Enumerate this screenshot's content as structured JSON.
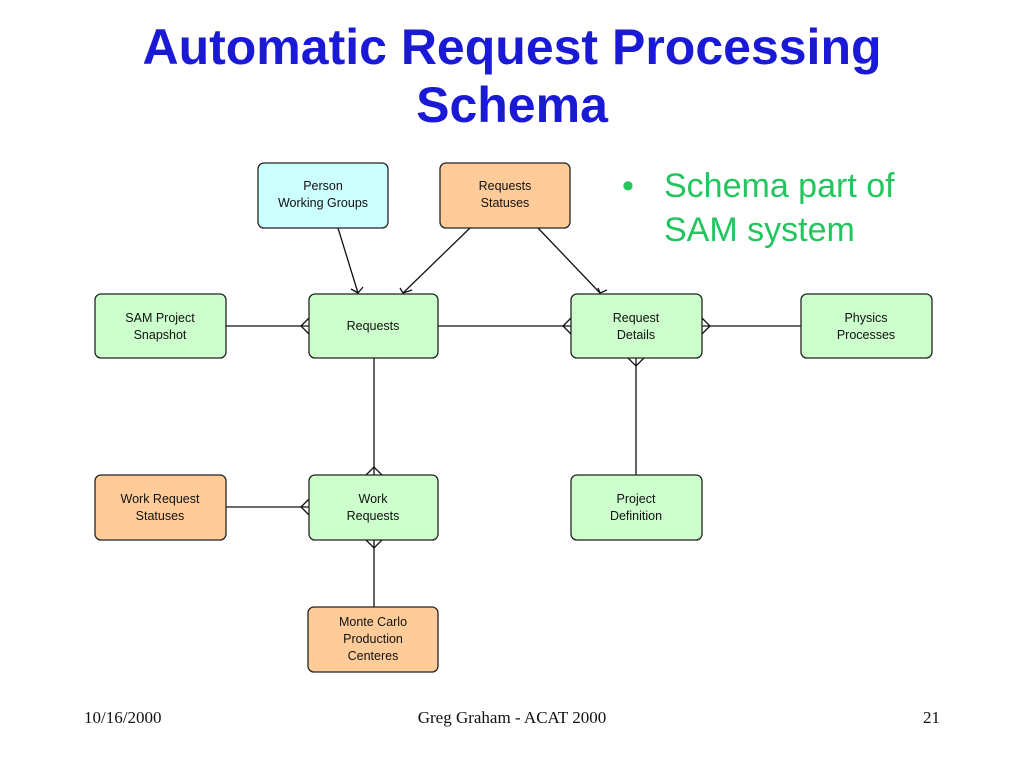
{
  "title": {
    "line1": "Automatic Request Processing",
    "line2": "Schema"
  },
  "bullet": {
    "marker": "•",
    "text_line1": "Schema part of",
    "text_line2": "SAM system"
  },
  "colors": {
    "title": "#1a1ad6",
    "bullet": "#22c55e",
    "entity_green": "#ccffcc",
    "entity_cyan": "#ccffff",
    "entity_orange": "#ffcc99"
  },
  "entities": {
    "person_working_groups": {
      "lines": [
        "Person",
        "Working Groups"
      ],
      "color": "cyan"
    },
    "requests_statuses": {
      "lines": [
        "Requests",
        "Statuses"
      ],
      "color": "orange"
    },
    "sam_project_snapshot": {
      "lines": [
        "SAM Project",
        "Snapshot"
      ],
      "color": "green"
    },
    "requests": {
      "lines": [
        "Requests"
      ],
      "color": "green"
    },
    "request_details": {
      "lines": [
        "Request",
        "Details"
      ],
      "color": "green"
    },
    "physics_processes": {
      "lines": [
        "Physics",
        "Processes"
      ],
      "color": "green"
    },
    "work_request_statuses": {
      "lines": [
        "Work Request",
        "Statuses"
      ],
      "color": "orange"
    },
    "work_requests": {
      "lines": [
        "Work",
        "Requests"
      ],
      "color": "green"
    },
    "project_definition": {
      "lines": [
        "Project",
        "Definition"
      ],
      "color": "green"
    },
    "monte_carlo_production_centeres": {
      "lines": [
        "Monte Carlo",
        "Production",
        "Centeres"
      ],
      "color": "orange"
    }
  },
  "footer": {
    "date": "10/16/2000",
    "author": "Greg Graham - ACAT 2000",
    "page": "21"
  }
}
